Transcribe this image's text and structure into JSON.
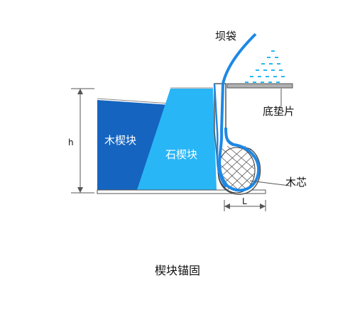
{
  "diagram": {
    "labels": {
      "dam_bag": "坝袋",
      "base_pad": "底垫片",
      "wood_wedge": "木楔块",
      "stone_wedge": "石楔块",
      "wood_core": "木芯",
      "height": "h",
      "length": "L"
    },
    "caption": "楔块锚固",
    "colors": {
      "dark_blue": "#1565c0",
      "light_blue": "#29b6f6",
      "mid_blue": "#1e88e5",
      "line_gray": "#555555",
      "pad_gray": "#b0b0b0"
    }
  }
}
